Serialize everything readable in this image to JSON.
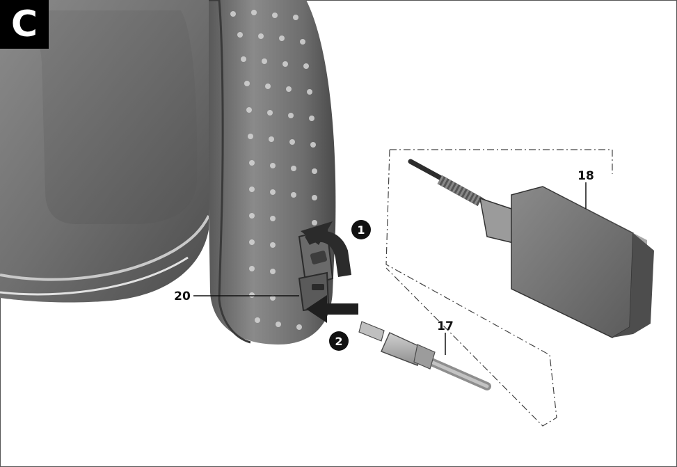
{
  "figure": {
    "letter": "C"
  },
  "steps": [
    {
      "number": "1"
    },
    {
      "number": "2"
    }
  ],
  "callouts": [
    {
      "label": "18"
    },
    {
      "label": "20"
    },
    {
      "label": "17"
    }
  ]
}
